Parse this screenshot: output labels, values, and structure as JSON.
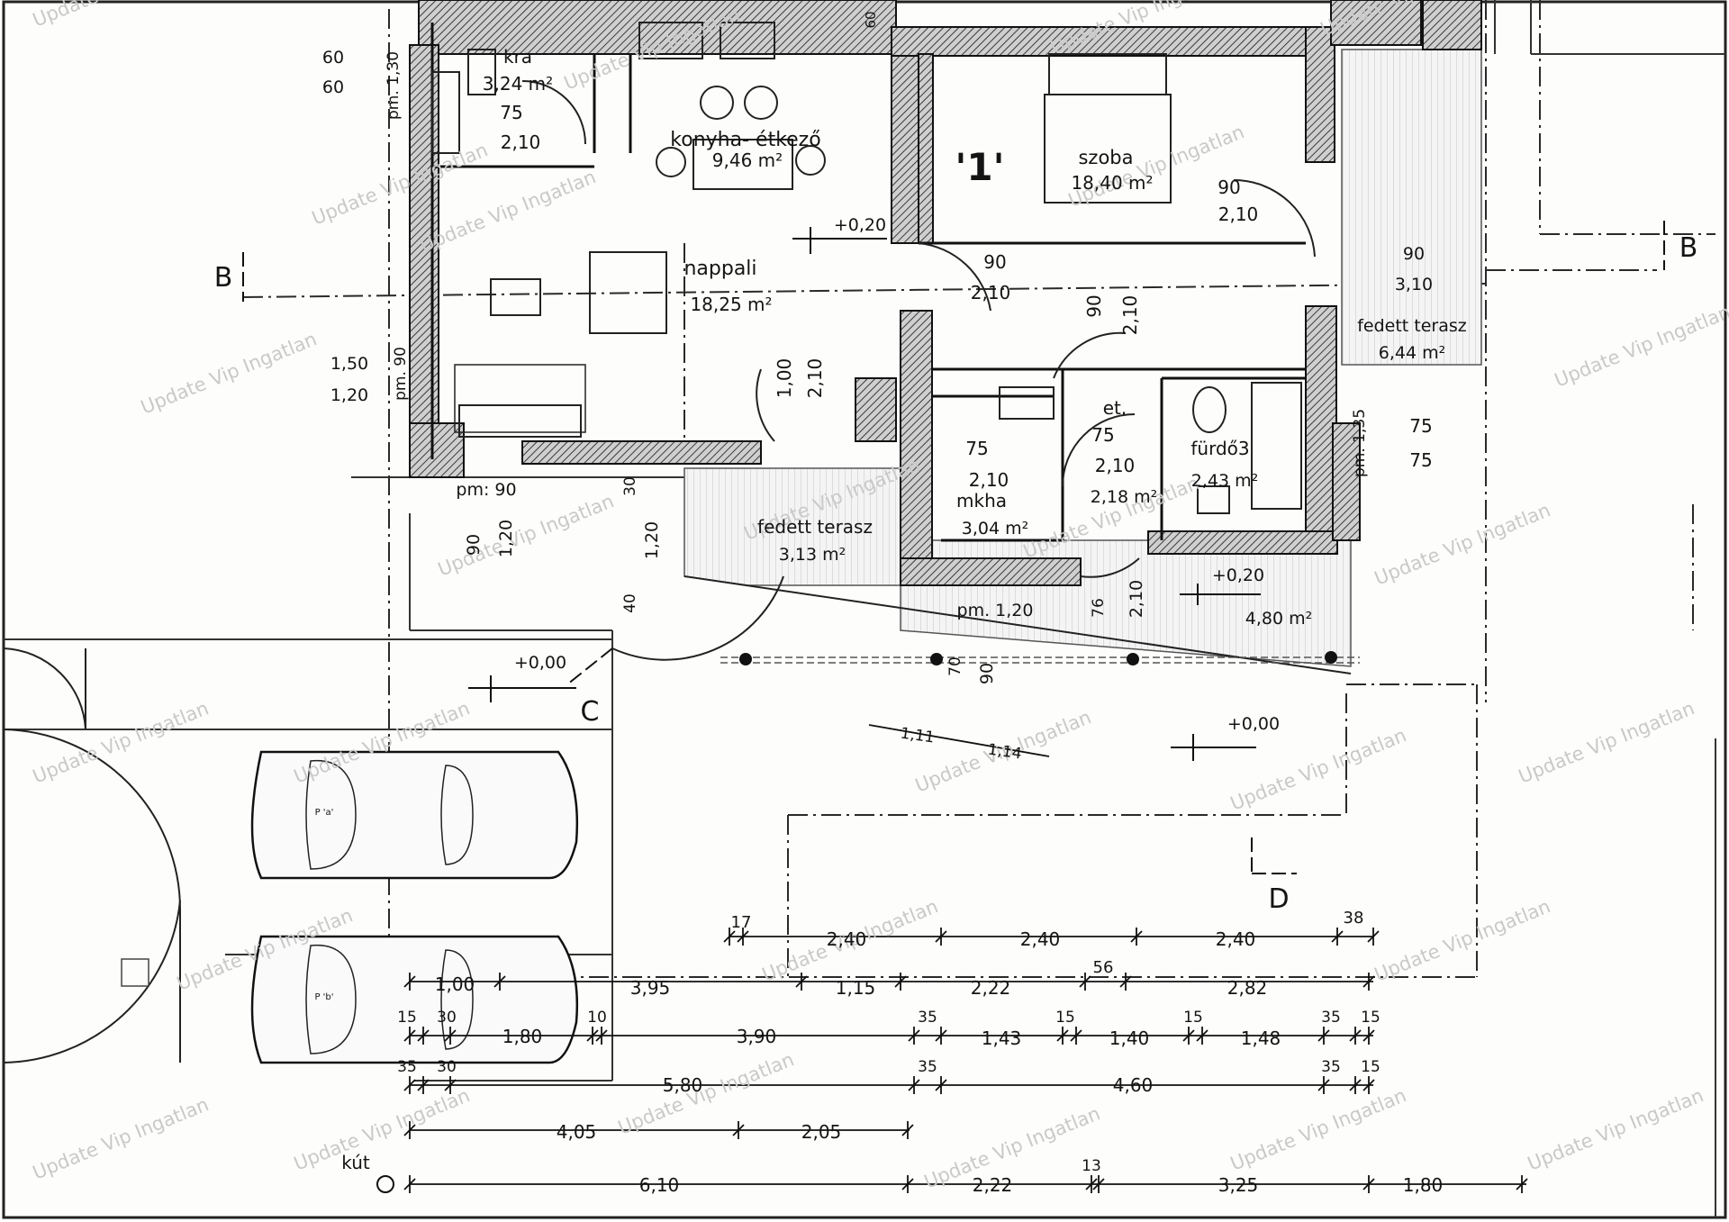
{
  "rooms": {
    "kra": {
      "name": "kra",
      "area": "3,24 m²",
      "w": "75",
      "h": "2,10"
    },
    "konyha": {
      "name": "konyha- étkező",
      "area": "9,46 m²"
    },
    "nappali": {
      "name": "nappali",
      "area": "18,25 m²"
    },
    "szoba": {
      "name": "szoba",
      "area": "18,40 m²",
      "w": "90",
      "h": "2,10"
    },
    "fedett1": {
      "name": "fedett terasz",
      "area": "6,44 m²"
    },
    "fedett2": {
      "name": "fedett terasz",
      "area": "3,13 m²"
    },
    "et": {
      "name": "et.",
      "area": "2,18 m²",
      "w": "75",
      "h": "2,10"
    },
    "furdo": {
      "name": "fürdő3",
      "area": "2,43 m²"
    },
    "mkha": {
      "name": "mkha",
      "area": "3,04 m²",
      "w": "75",
      "h": "2,10"
    },
    "terasz3": {
      "area": "4,80 m²"
    }
  },
  "unit_mark": "'1'",
  "sections": {
    "b_left": "B",
    "b_right": "B",
    "c": "C",
    "d": "D"
  },
  "levels": {
    "l1": "+0,20",
    "l2": "+0,20",
    "l3": "+0,00",
    "l4": "+0,00"
  },
  "opening_labels": {
    "o_60a": "60",
    "o_60b": "60",
    "o_150": "1,50",
    "o_120a": "1,20",
    "o_pm130": "pm. 1,30",
    "o_pm90v": "pm. 90",
    "o_pm90": "pm: 90",
    "o_90a": "90",
    "o_120b": "1,20",
    "o_30a": "30",
    "o_120c": "1,20",
    "o_40": "40",
    "o_90b": "90",
    "o_210b": "2,10",
    "o_100": "1,00",
    "o_210c": "2,10",
    "o_90c": "90",
    "o_210d": "2,10",
    "o_90d": "90",
    "o_310": "3,10",
    "o_75a": "75",
    "o_75b": "75",
    "o_pm135": "pm. 1,35",
    "o_pm120": "pm. 1,20",
    "o_76": "76",
    "o_210e": "2,10",
    "o_70": "70",
    "o_90e": "90",
    "o_111": "1,11",
    "o_114": "1,14",
    "o_60c": "60"
  },
  "dims": {
    "r1": [
      "17",
      "2,40",
      "2,40",
      "2,40",
      "38"
    ],
    "r2": [
      "1,00",
      "3,95",
      "1,15",
      "2,22",
      "56",
      "2,82"
    ],
    "r3": [
      "15",
      "30",
      "1,80",
      "10",
      "3,90",
      "35",
      "1,43",
      "15",
      "1,40",
      "15",
      "1,48",
      "35",
      "15"
    ],
    "r4": [
      "35",
      "30",
      "5,80",
      "35",
      "4,60",
      "35",
      "15"
    ],
    "r5": [
      "4,05",
      "2,05"
    ],
    "r6": [
      "6,10",
      "2,22",
      "13",
      "3,25",
      "1,80"
    ]
  },
  "well_label": "kút",
  "car_labels": {
    "p1": "P 'a'",
    "p2": "P 'b'"
  },
  "watermark": "Update Vip Ingatlan"
}
